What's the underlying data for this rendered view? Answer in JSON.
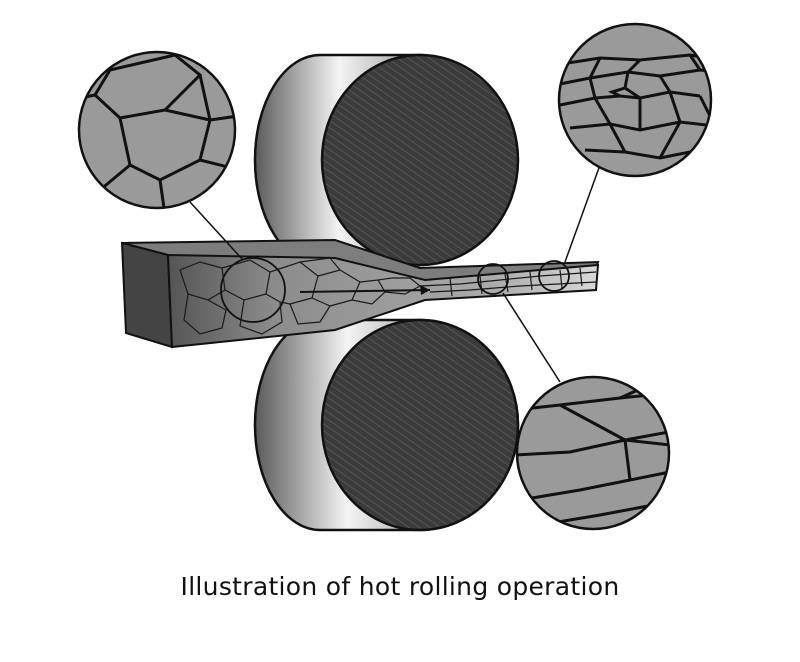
{
  "caption": "Illustration of hot rolling operation",
  "colors": {
    "roll_face": "#3b3b3b",
    "roll_hatch": "#555555",
    "roll_body_light": "#f2f2f2",
    "roll_body_dark": "#4a4a4a",
    "slab_top": "#8a8a8a",
    "slab_front": "#6f6f6f",
    "slab_end": "#444444",
    "grain_fill": "#9a9a9a",
    "grain_line": "#111111",
    "background": "#ffffff"
  },
  "diagram": {
    "components": [
      "upper-roll",
      "lower-roll",
      "workpiece-slab",
      "grain-structure-zoom-initial",
      "grain-structure-zoom-recrystallizing",
      "grain-structure-zoom-rolled"
    ]
  }
}
